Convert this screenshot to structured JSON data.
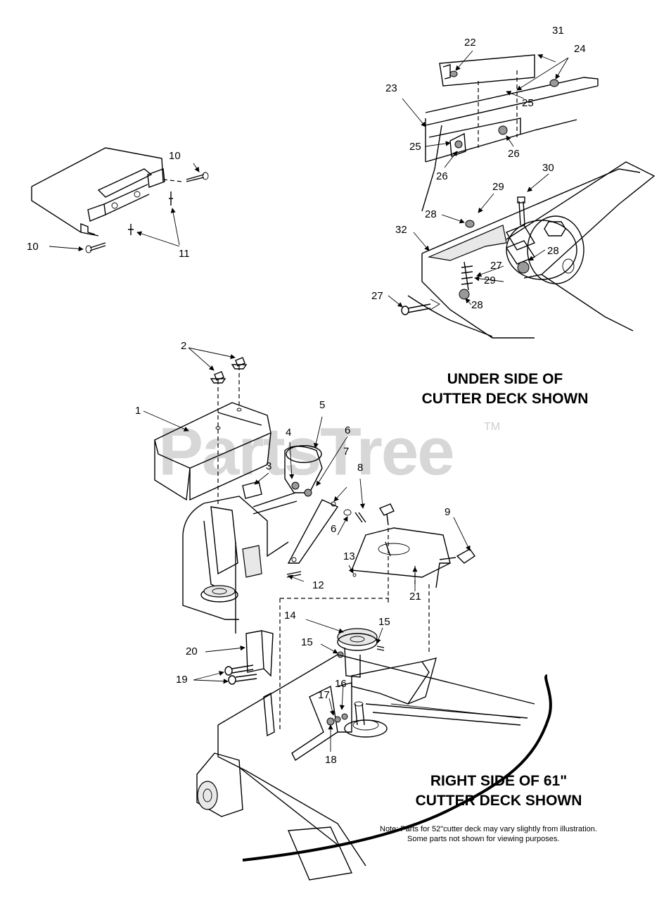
{
  "watermark": {
    "text": "PartsTree",
    "tm": "TM"
  },
  "captions": {
    "under_side_line1": "UNDER SIDE OF",
    "under_side_line2": "CUTTER DECK SHOWN",
    "right_side_line1": "RIGHT SIDE OF 61\"",
    "right_side_line2": "CUTTER DECK SHOWN"
  },
  "note": {
    "line1": "Note:  Parts for 52\"cutter deck may vary slightly from illustration.",
    "line2": "Some parts not shown for viewing purposes."
  },
  "callouts": {
    "c1": "1",
    "c2": "2",
    "c3": "3",
    "c4": "4",
    "c5": "5",
    "c6a": "6",
    "c6b": "6",
    "c7": "7",
    "c8": "8",
    "c9": "9",
    "c10a": "10",
    "c10b": "10",
    "c11": "11",
    "c12": "12",
    "c13": "13",
    "c14": "14",
    "c15a": "15",
    "c15b": "15",
    "c16": "16",
    "c17": "17",
    "c18": "18",
    "c19": "19",
    "c20": "20",
    "c21": "21",
    "c22": "22",
    "c23": "23",
    "c24": "24",
    "c25a": "25",
    "c25b": "25",
    "c26a": "26",
    "c26b": "26",
    "c27a": "27",
    "c27b": "27",
    "c28a": "28",
    "c28b": "28",
    "c28c": "28",
    "c29a": "29",
    "c29b": "29",
    "c30": "30",
    "c31": "31",
    "c32": "32"
  }
}
